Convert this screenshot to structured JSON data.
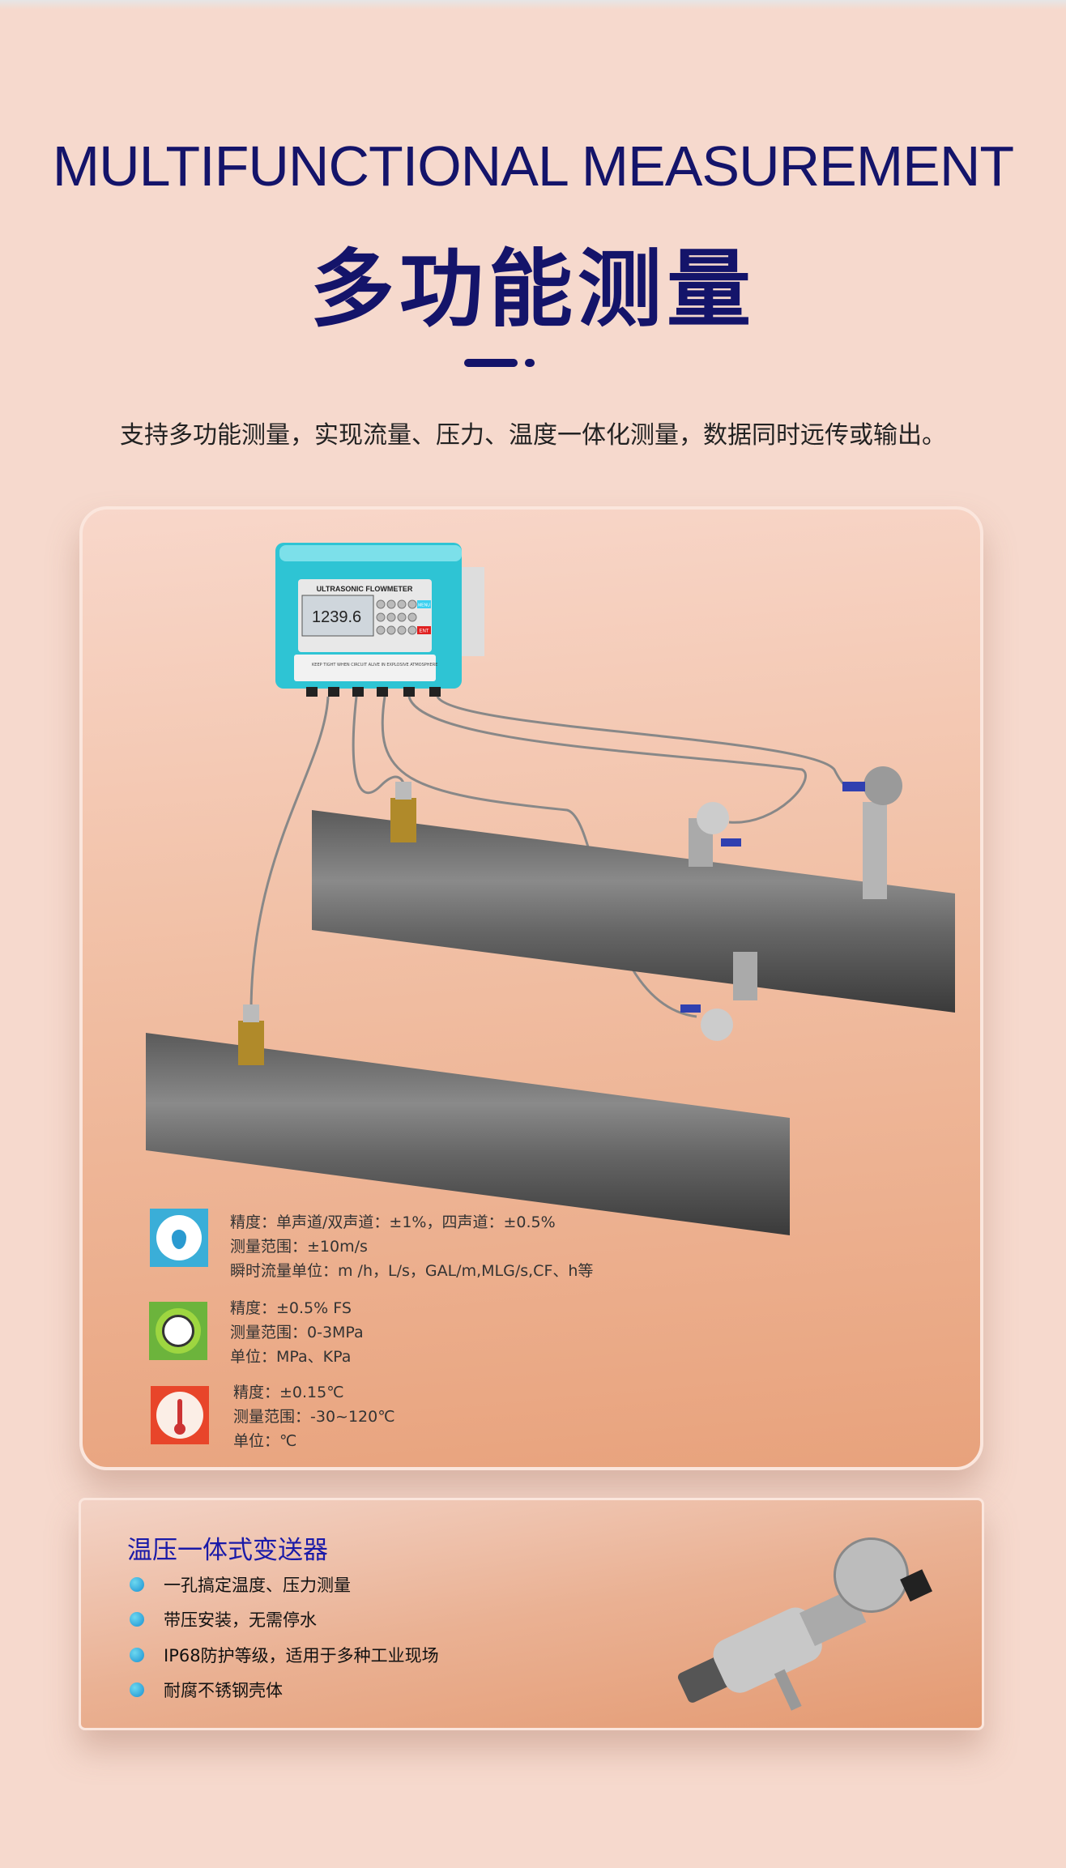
{
  "header": {
    "title_en": "MULTIFUNCTIONAL MEASUREMENT",
    "title_cn": "多功能测量",
    "subtitle": "支持多功能测量，实现流量、压力、温度一体化测量，数据同时远传或输出。"
  },
  "device": {
    "label": "ULTRASONIC FLOWMETER",
    "reading": "1239.6",
    "warning": "KEEP TIGHT WHEN CIRCUIT ALIVE IN EXPLOSIVE ATMOSPHERE",
    "enter_key": "ENT",
    "menu_key": "MENU"
  },
  "specs": [
    {
      "icon": "water-drop-icon",
      "color": "#3aaed8",
      "lines": [
        "精度：单声道/双声道：±1%，四声道：±0.5%",
        "测量范围：±10m/s",
        "瞬时流量单位：m /h，L/s，GAL/m,MLG/s,CF、h等"
      ]
    },
    {
      "icon": "pressure-gauge-icon",
      "color": "#6cb43c",
      "lines": [
        "精度：±0.5% FS",
        "测量范围：0-3MPa",
        "单位：MPa、KPa"
      ]
    },
    {
      "icon": "thermometer-icon",
      "color": "#e8452a",
      "lines": [
        "精度：±0.15℃",
        "测量范围：-30~120℃",
        "单位：℃"
      ]
    }
  ],
  "transmitter": {
    "title": "温压一体式变送器",
    "bullets": [
      "一孔搞定温度、压力测量",
      "带压安装，无需停水",
      "IP68防护等级，适用于多种工业现场",
      "耐腐不锈钢壳体"
    ]
  }
}
